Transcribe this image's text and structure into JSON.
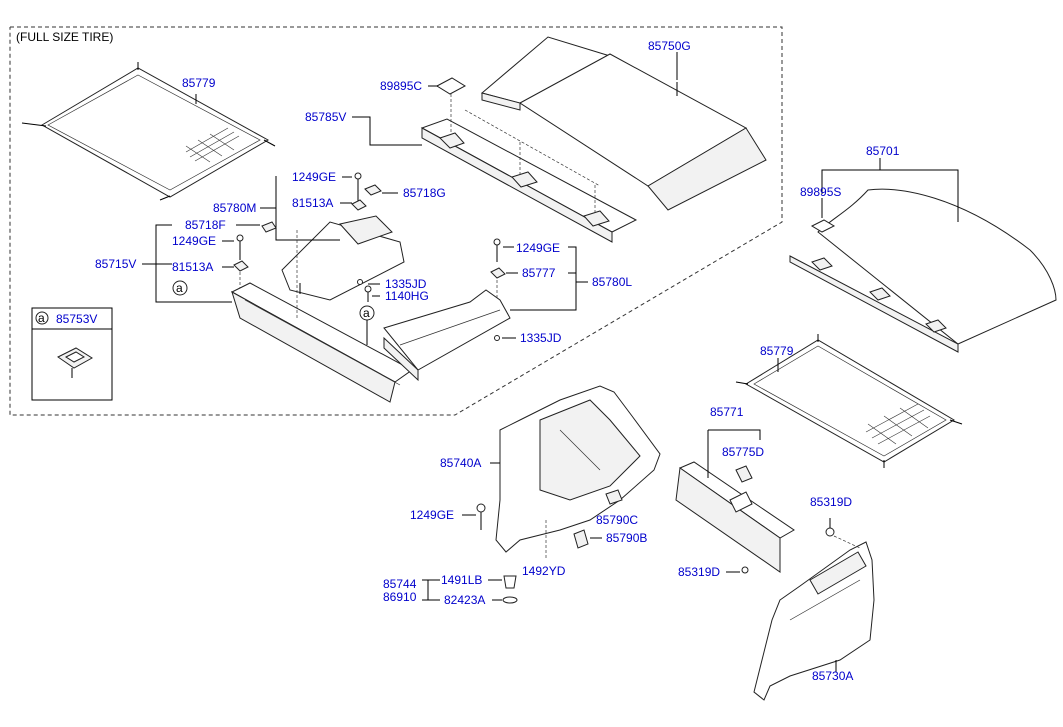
{
  "diagram": {
    "header_note": "(FULL SIZE TIRE)",
    "detail_marker": "a",
    "labels": {
      "p85779_top": "85779",
      "p85750G": "85750G",
      "p89895C": "89895C",
      "p85785V": "85785V",
      "p1249GE_a": "1249GE",
      "p85718G": "85718G",
      "p85780M": "85780M",
      "p81513A_a": "81513A",
      "p85718F": "85718F",
      "p1249GE_b": "1249GE",
      "p85715V": "85715V",
      "p81513A_b": "81513A",
      "p1249GE_c": "1249GE",
      "p85777": "85777",
      "p85780L": "85780L",
      "p1335JD_a": "1335JD",
      "p1140HG": "1140HG",
      "p1335JD_b": "1335JD",
      "p85753V": "85753V",
      "p85701": "85701",
      "p89895S": "89895S",
      "p85779_mid": "85779",
      "p85771": "85771",
      "p85775D": "85775D",
      "p85740A": "85740A",
      "p1249GE_d": "1249GE",
      "p85790C": "85790C",
      "p85790B": "85790B",
      "p1492YD": "1492YD",
      "p85744": "85744",
      "p86910": "86910",
      "p1491LB": "1491LB",
      "p82423A": "82423A",
      "p85319D_a": "85319D",
      "p85319D_b": "85319D",
      "p85730A": "85730A"
    }
  }
}
